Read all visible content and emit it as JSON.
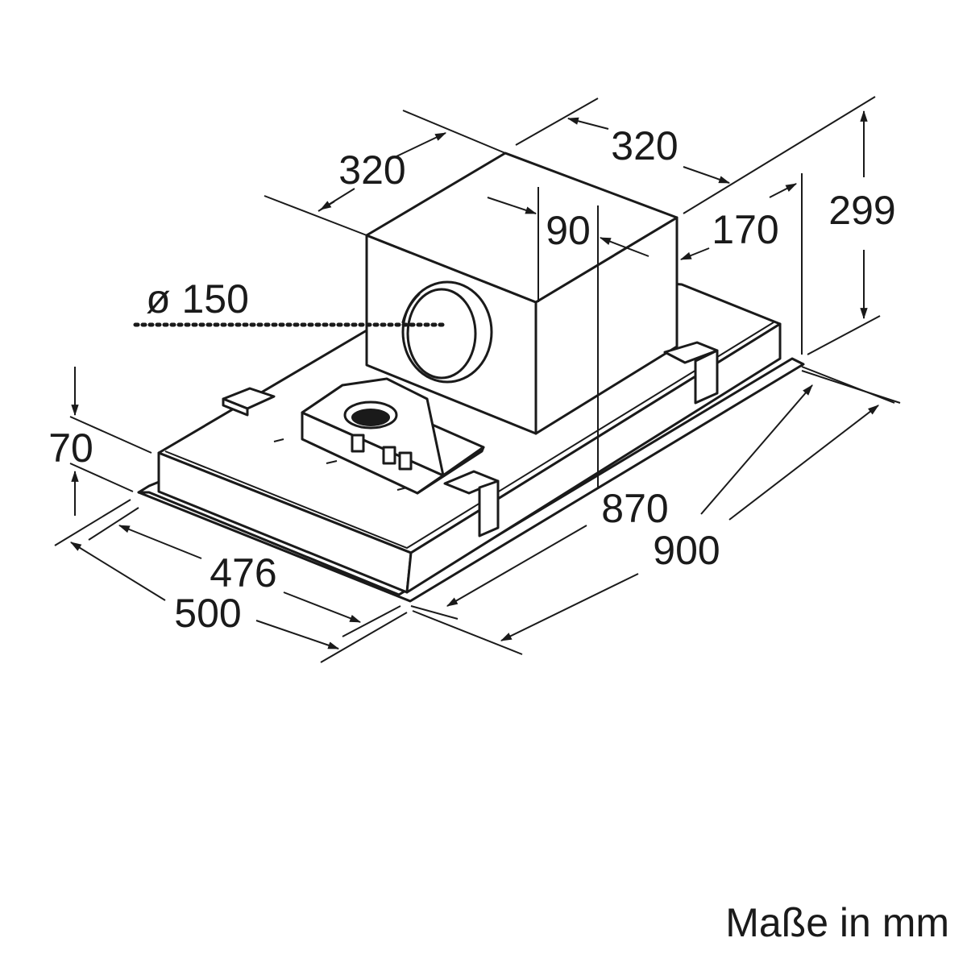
{
  "dimensions": {
    "duct_width": "320",
    "duct_depth": "320",
    "offset_front": "90",
    "offset_side": "170",
    "total_height": "299",
    "outlet_diameter": "ø 150",
    "body_height": "70",
    "inner_depth": "476",
    "outer_depth": "500",
    "inner_width": "870",
    "outer_width": "900"
  },
  "footer": {
    "unit_note": "Maße in mm"
  }
}
